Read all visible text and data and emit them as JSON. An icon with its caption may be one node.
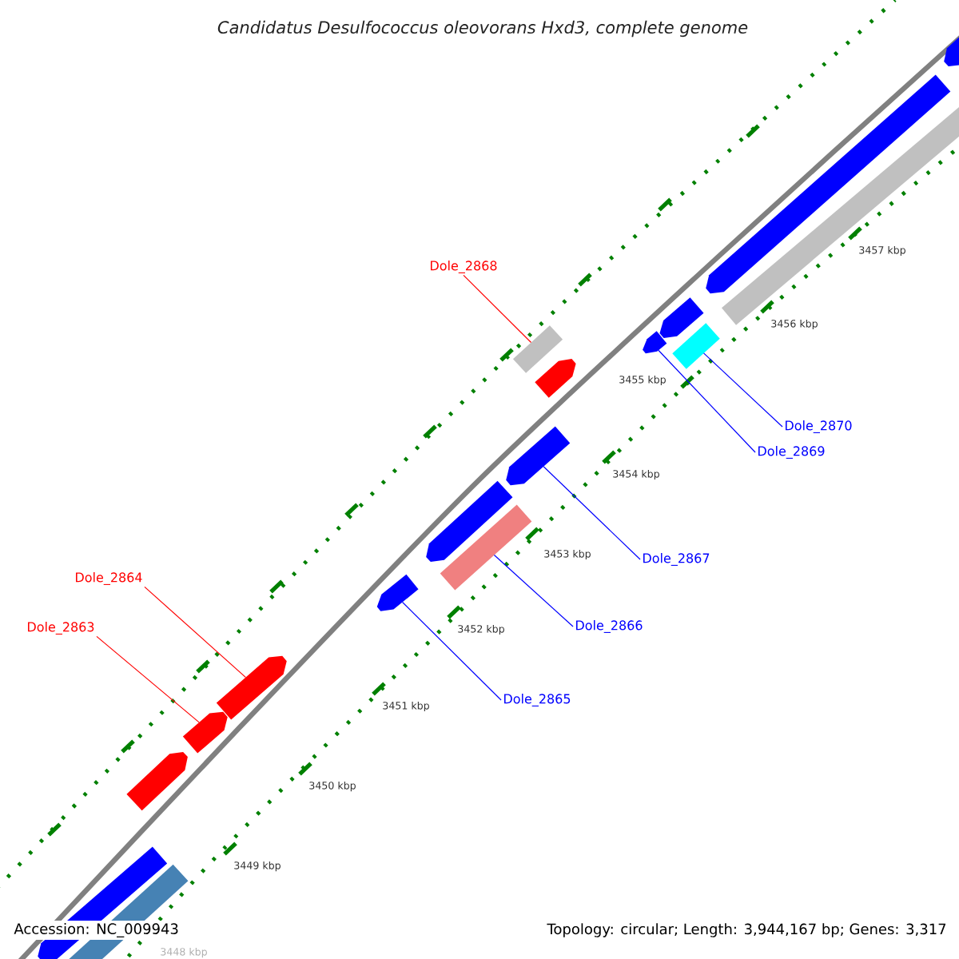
{
  "diagram": {
    "title": "Candidatus Desulfococcus oleovorans Hxd3, complete genome",
    "nodes": [
      {
        "text": [],
        "shape": "arrow"
      },
      {
        "text": [],
        "shape": "arrow"
      },
      {
        "text": [],
        "shape": "box"
      },
      {
        "text": [
          "Dole_2868"
        ]
      },
      {
        "text": [],
        "shape": "arrow"
      },
      {
        "text": [],
        "shape": "arrow"
      },
      {
        "text": [],
        "shape": "box"
      },
      {
        "text": [],
        "shape": "box"
      },
      {
        "text": [],
        "shape": "arrow"
      },
      {
        "text": [
          "Dole_2870"
        ]
      },
      {
        "text": [
          "Dole_2869"
        ]
      },
      {
        "text": [],
        "shape": "arrow"
      },
      {
        "text": [],
        "shape": "arrow"
      },
      {
        "text": [],
        "shape": "box"
      },
      {
        "text": [
          "Dole_2867"
        ]
      },
      {
        "text": [
          "Dole_2864"
        ]
      },
      {
        "text": [],
        "shape": "arrow"
      },
      {
        "text": [
          "Dole_2866"
        ]
      },
      {
        "text": [
          "Dole_2863"
        ]
      },
      {
        "text": [],
        "shape": "arrow"
      },
      {
        "text": [
          "Dole_2865"
        ]
      },
      {
        "text": [],
        "shape": "arrow"
      },
      {
        "text": [],
        "shape": "arrow"
      },
      {
        "text": [],
        "shape": "arrow"
      },
      {
        "text": [],
        "shape": "box"
      }
    ],
    "edges": [
      {
        "from": 3,
        "to": 7,
        "arrow": "none",
        "color": "#ff0000"
      },
      {
        "from": 9,
        "to": 6,
        "arrow": "none"
      },
      {
        "from": 10,
        "to": 5,
        "arrow": "none"
      },
      {
        "from": 14,
        "to": 11,
        "arrow": "none"
      },
      {
        "from": 17,
        "to": 13,
        "arrow": "none"
      },
      {
        "from": 20,
        "to": 16,
        "arrow": "none"
      },
      {
        "from": 15,
        "to": 19,
        "arrow": "none",
        "color": "#ff0000"
      },
      {
        "from": 18,
        "to": 21,
        "arrow": "none",
        "color": "#ff0000"
      }
    ],
    "labels": [
      "3457 kbp",
      "3456 kbp",
      "3455 kbp",
      "3454 kbp",
      "3453 kbp",
      "3452 kbp",
      "3451 kbp",
      "3450 kbp",
      "3449 kbp",
      "3448 kbp",
      "Accession: NC_009943",
      "Topology: circular; Length: 3,944,167 bp; Genes: 3,317"
    ]
  }
}
